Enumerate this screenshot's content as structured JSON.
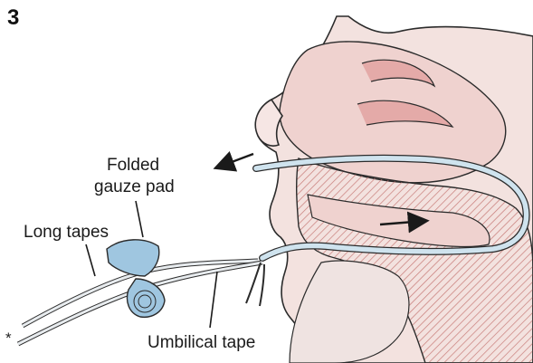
{
  "figure": {
    "step_number": "3",
    "labels": {
      "gauze_line1": "Folded",
      "gauze_line2": "gauze pad",
      "long_tapes": "Long tapes",
      "umbilical_tape": "Umbilical tape",
      "asterisk": "*"
    },
    "colors": {
      "skin": "#efd2cf",
      "mucosa": "#e4aaa8",
      "hatch": "#c77b78",
      "outline": "#2b2b2b",
      "catheter": "#cfe3ee",
      "gauze": "#9fc6e0",
      "face_pale": "#f3e2df"
    }
  }
}
